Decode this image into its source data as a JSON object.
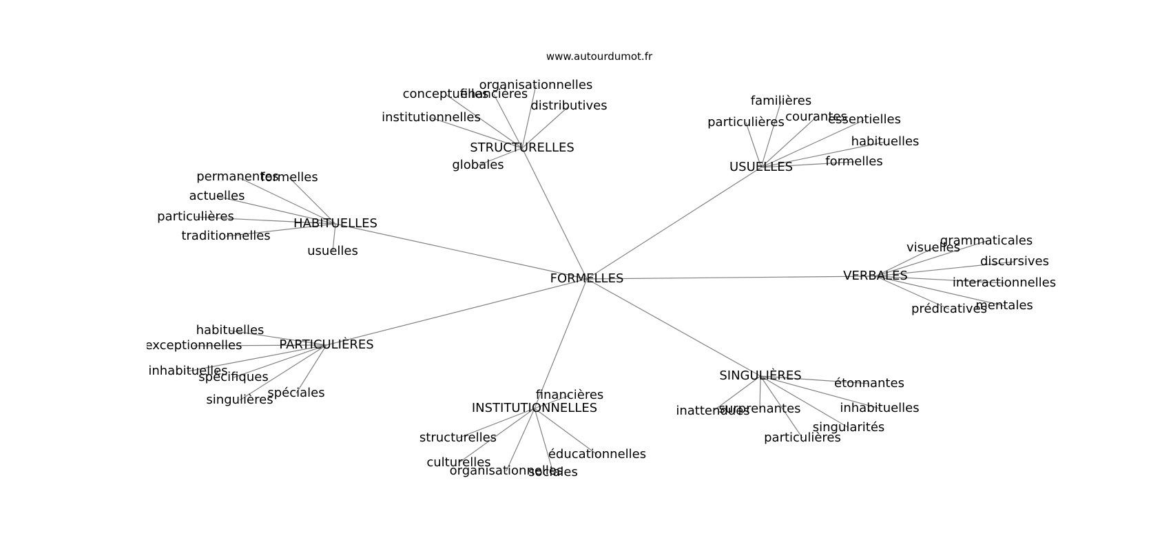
{
  "source": "www.autourdumot.fr",
  "center": {
    "id": "formelles",
    "label": "FORMELLES"
  },
  "hubs": [
    {
      "id": "structurelles",
      "label": "STRUCTURELLES",
      "leaves": [
        {
          "id": "s-organisationnelles",
          "label": "organisationnelles"
        },
        {
          "id": "s-conceptuelles",
          "label": "conceptuelles"
        },
        {
          "id": "s-financieres",
          "label": "financières"
        },
        {
          "id": "s-distributives",
          "label": "distributives"
        },
        {
          "id": "s-institutionnelles",
          "label": "institutionnelles"
        },
        {
          "id": "s-globales",
          "label": "globales"
        }
      ]
    },
    {
      "id": "usuelles",
      "label": "USUELLES",
      "leaves": [
        {
          "id": "u-familieres",
          "label": "familières"
        },
        {
          "id": "u-courantes",
          "label": "courantes"
        },
        {
          "id": "u-particulieres",
          "label": "particulières"
        },
        {
          "id": "u-essentielles",
          "label": "essentielles"
        },
        {
          "id": "u-habituelles",
          "label": "habituelles"
        },
        {
          "id": "u-formelles",
          "label": "formelles"
        }
      ]
    },
    {
      "id": "habituelles",
      "label": "HABITUELLES",
      "leaves": [
        {
          "id": "h-permanentes",
          "label": "permanentes"
        },
        {
          "id": "h-formelles",
          "label": "formelles"
        },
        {
          "id": "h-actuelles",
          "label": "actuelles"
        },
        {
          "id": "h-particulieres",
          "label": "particulières"
        },
        {
          "id": "h-traditionnelles",
          "label": "traditionnelles"
        },
        {
          "id": "h-usuelles",
          "label": "usuelles"
        }
      ]
    },
    {
      "id": "verbales",
      "label": "VERBALES",
      "leaves": [
        {
          "id": "v-grammaticales",
          "label": "grammaticales"
        },
        {
          "id": "v-visuelles",
          "label": "visuelles"
        },
        {
          "id": "v-discursives",
          "label": "discursives"
        },
        {
          "id": "v-interactionnelles",
          "label": "interactionnelles"
        },
        {
          "id": "v-mentales",
          "label": "mentales"
        },
        {
          "id": "v-predicatives",
          "label": "prédicatives"
        }
      ]
    },
    {
      "id": "particulieres",
      "label": "PARTICULIÈRES",
      "leaves": [
        {
          "id": "p-habituelles",
          "label": "habituelles"
        },
        {
          "id": "p-exceptionnelles",
          "label": "exceptionnelles"
        },
        {
          "id": "p-inhabituelles",
          "label": "inhabituelles"
        },
        {
          "id": "p-specifiques",
          "label": "spécifiques"
        },
        {
          "id": "p-speciales",
          "label": "spéciales"
        },
        {
          "id": "p-singulieres",
          "label": "singulières"
        }
      ]
    },
    {
      "id": "singulieres",
      "label": "SINGULIÈRES",
      "leaves": [
        {
          "id": "g-etonnantes",
          "label": "étonnantes"
        },
        {
          "id": "g-inattendues",
          "label": "inattendues"
        },
        {
          "id": "g-surprenantes",
          "label": "surprenantes"
        },
        {
          "id": "g-inhabituelles",
          "label": "inhabituelles"
        },
        {
          "id": "g-singularites",
          "label": "singularités"
        },
        {
          "id": "g-particulieres",
          "label": "particulières"
        }
      ]
    },
    {
      "id": "institutionnelles",
      "label": "INSTITUTIONNELLES",
      "leaves": [
        {
          "id": "i-financieres",
          "label": "financières"
        },
        {
          "id": "i-structurelles",
          "label": "structurelles"
        },
        {
          "id": "i-culturelles",
          "label": "culturelles"
        },
        {
          "id": "i-educationnelles",
          "label": "éducationnelles"
        },
        {
          "id": "i-organisationnelles",
          "label": "organisationnelles"
        },
        {
          "id": "i-sociales",
          "label": "sociales"
        }
      ]
    }
  ]
}
